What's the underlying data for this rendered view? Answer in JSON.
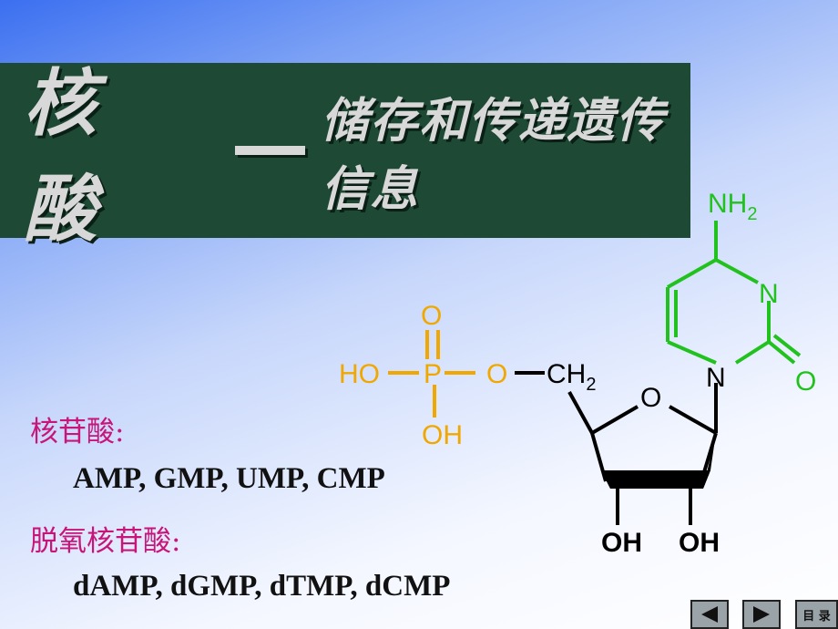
{
  "banner": {
    "word": "核 酸",
    "subtitle": "储存和传递遗传信息"
  },
  "ribonucleotide_label": "核苷酸:",
  "ribonucleotides": "AMP, GMP, UMP, CMP",
  "deoxy_label": "脱氧核苷酸:",
  "deoxyribonucleotides": "dAMP, dGMP, dTMP, dCMP",
  "molecule": {
    "phosphate_O_top": "O",
    "phosphate_HO": "HO",
    "phosphate_P": "P",
    "phosphate_O_link": "O",
    "phosphate_OH": "OH",
    "ch2": "CH",
    "ch2_sub": "2",
    "ring_O": "O",
    "N1": "N",
    "N3": "N",
    "C2_O": "O",
    "nh2": "NH",
    "nh2_sub": "2",
    "oh_left": "OH",
    "oh_right": "OH",
    "colors": {
      "phosphate": "#f0a800",
      "base": "#22c21e",
      "sugar": "#000000"
    }
  },
  "nav": {
    "toc_label": "目 录",
    "prev_icon": "triangle-left-icon",
    "next_icon": "triangle-right-icon"
  }
}
